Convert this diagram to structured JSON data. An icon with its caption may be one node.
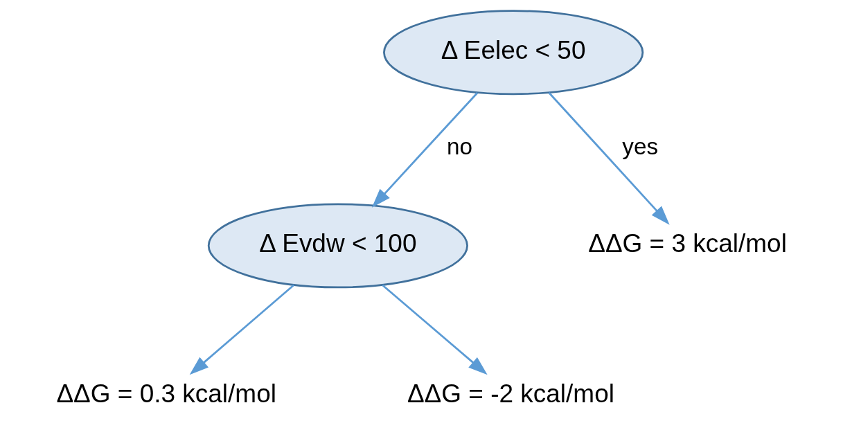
{
  "diagram": {
    "nodes": [
      {
        "text": [
          "Δ Eelec < 50"
        ]
      },
      {
        "text": [
          "Δ Evdw < 100"
        ]
      },
      {
        "text": [
          "ΔΔG = 3 kcal/mol"
        ]
      },
      {
        "text": [
          "ΔΔG = 0.3 kcal/mol"
        ]
      },
      {
        "text": [
          "ΔΔG = -2 kcal/mol"
        ]
      }
    ],
    "edges": [
      {
        "from": 0,
        "to": 1,
        "arrow": "to",
        "label": "no"
      },
      {
        "from": 0,
        "to": 2,
        "arrow": "to",
        "label": "yes"
      },
      {
        "from": 1,
        "to": 3,
        "arrow": "to"
      },
      {
        "from": 1,
        "to": 4,
        "arrow": "to"
      }
    ]
  }
}
